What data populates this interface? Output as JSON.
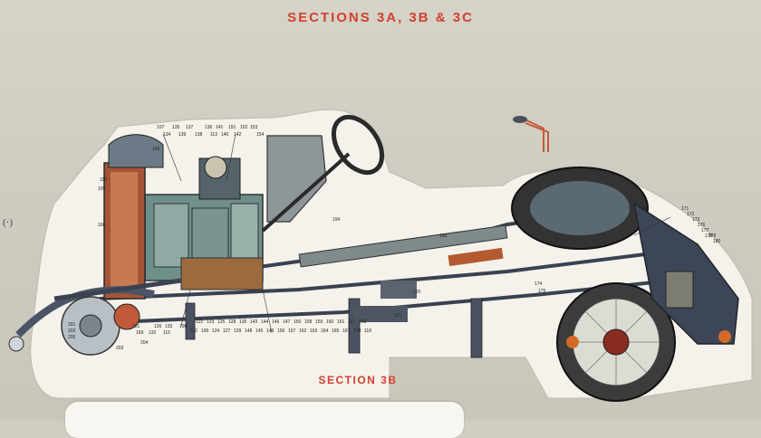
{
  "header": {
    "title": "SECTIONS 3A, 3B & 3C"
  },
  "footer": {
    "section_label": "SECTION 3B"
  },
  "margin_mark": "(·)",
  "callouts": {
    "top": [
      "107",
      "135",
      "137",
      "136",
      "141",
      "151",
      "152",
      "153",
      "134",
      "139",
      "138",
      "113",
      "140",
      "142",
      "154",
      "106"
    ],
    "bottom": [
      "131",
      "126",
      "133",
      "196",
      "122",
      "123",
      "125",
      "128",
      "130",
      "143",
      "144",
      "146",
      "147",
      "150",
      "158",
      "159",
      "160",
      "161",
      "117",
      "168",
      "169",
      "132",
      "115",
      "112",
      "195",
      "124",
      "127",
      "129",
      "148",
      "145",
      "149",
      "156",
      "157",
      "162",
      "163",
      "164",
      "165",
      "167",
      "170",
      "118"
    ],
    "middle": [
      "194",
      "120",
      "121",
      "190",
      "171",
      "172",
      "173",
      "174",
      "176",
      "177",
      "178",
      "179",
      "180",
      "175"
    ],
    "front": [
      "109",
      "110",
      "108",
      "201",
      "202",
      "203",
      "204",
      "205"
    ]
  }
}
